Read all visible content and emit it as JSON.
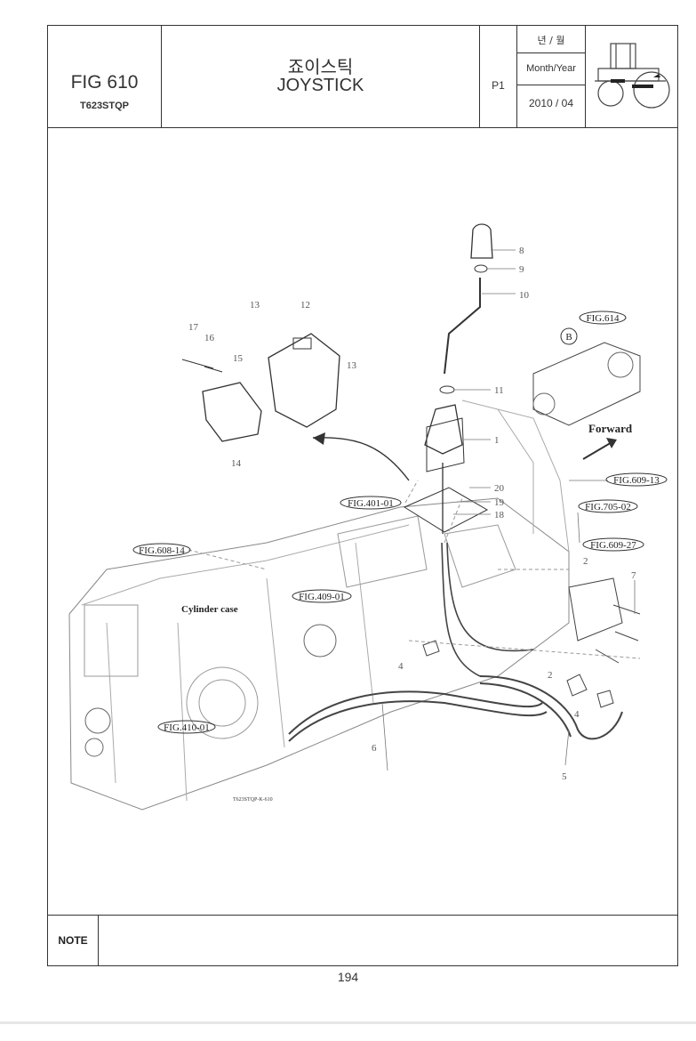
{
  "header": {
    "fig_number": "FIG 610",
    "model": "T623STQP",
    "title_kr": "죠이스틱",
    "title_en": "JOYSTICK",
    "page": "P1",
    "date_label_kr": "년 / 월",
    "date_label_en": "Month/Year",
    "date_value": "2010 / 04",
    "thumbnail_icon": "tractor-icon"
  },
  "diagram": {
    "part_labels": [
      "1",
      "2",
      "2",
      "4",
      "4",
      "5",
      "6",
      "7",
      "8",
      "9",
      "10",
      "11",
      "12",
      "13",
      "13",
      "14",
      "15",
      "16",
      "17",
      "18",
      "19",
      "20"
    ],
    "callouts": {
      "fig_614": "FIG.614",
      "fig_609_13": "FIG.609-13",
      "fig_705_02": "FIG.705-02",
      "fig_609_27": "FIG.609-27",
      "fig_401_01": "FIG.401-01",
      "fig_608_14": "FIG.608-14",
      "fig_409_01": "FIG.409-01",
      "fig_410_01": "FIG.410-01"
    },
    "view_marker": "B",
    "direction_label": "Forward",
    "component_label": "Cylinder case",
    "drawing_code": "T623STQP-K-610"
  },
  "note": {
    "label": "NOTE",
    "text": ""
  },
  "footer": {
    "page_number": "194"
  }
}
